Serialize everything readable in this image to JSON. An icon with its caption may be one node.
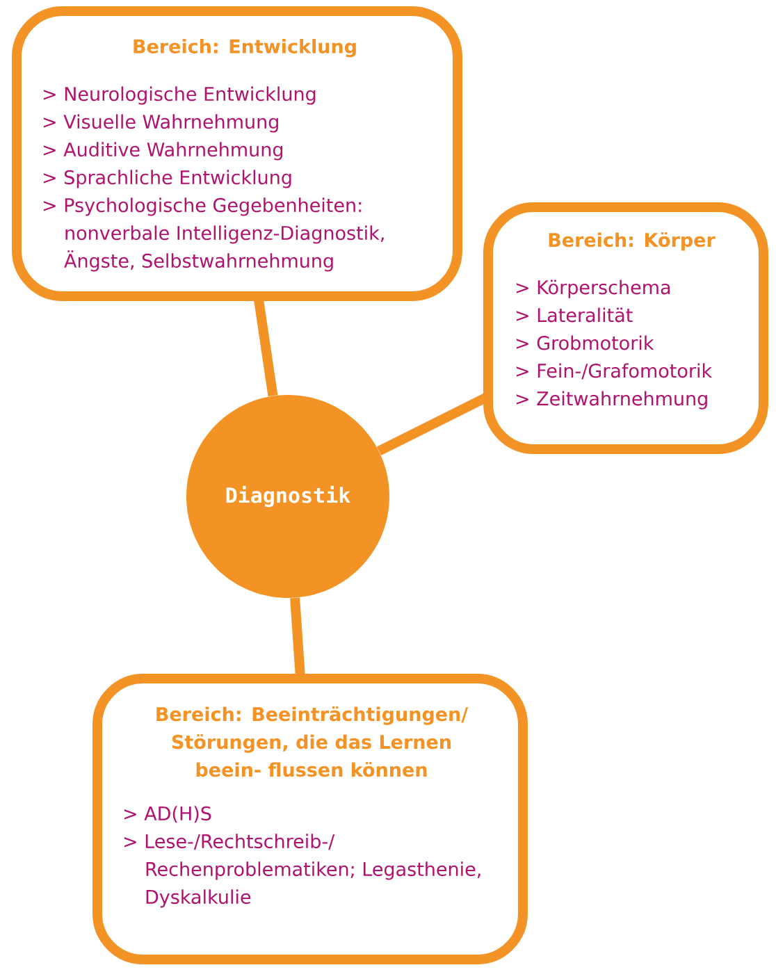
{
  "diagram": {
    "nodes": [
      {
        "text": [
          "Bereich: Entwicklung",
          "> Neurologische Entwicklung",
          "> Visuelle Wahrnehmung",
          "> Auditive Wahrnehmung",
          "> Sprachliche Entwicklung",
          "> Psychologische Gegebenheiten: nonverbale Intelligenz-Diagnostik, Ängste, Selbstwahrnehmung"
        ]
      },
      {
        "text": [
          "Bereich: Körper",
          "> Körperschema",
          "> Lateralität",
          "> Grobmotorik",
          "> Fein-/Grafomotorik",
          "> Zeitwahrnehmung"
        ]
      },
      {
        "text": [
          "Diagnostik"
        ]
      },
      {
        "text": [
          "Bereich: Beeinträchtigungen/ Störungen, die das Lernen beein- flussen können",
          "> AD(H)S",
          "> Lese-/Rechtschreib-/ Rechenproblematiken; Legasthenie, Dyskalkulie"
        ]
      }
    ],
    "edges": [
      {
        "from": 2,
        "to": 0,
        "arrow": "none"
      },
      {
        "from": 2,
        "to": 1,
        "arrow": "none"
      },
      {
        "from": 2,
        "to": 3,
        "arrow": "none"
      }
    ]
  }
}
